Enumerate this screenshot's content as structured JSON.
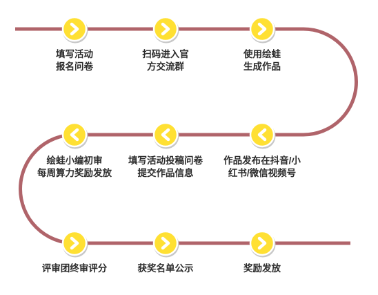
{
  "colors": {
    "track": "#b0646a",
    "node_fill": "#ffe033",
    "node_ring": "#ffffff",
    "node_shadow": "#c8c8c8",
    "chevron": "#ffffff",
    "text": "#2b2b2b"
  },
  "steps": [
    {
      "direction": "right",
      "lines": [
        "填写活动",
        "报名问卷"
      ]
    },
    {
      "direction": "right",
      "lines": [
        "扫码进入官",
        "方交流群"
      ]
    },
    {
      "direction": "right",
      "lines": [
        "使用绘蛙",
        "生成作品"
      ]
    },
    {
      "direction": "left",
      "lines": [
        "作品发布在抖音/小",
        "红书/微信视频号"
      ]
    },
    {
      "direction": "left",
      "lines": [
        "填写活动投稿问卷",
        "提交作品信息"
      ]
    },
    {
      "direction": "left",
      "lines": [
        "绘蛙小编初审",
        "每周算力奖励发放"
      ]
    },
    {
      "direction": "right",
      "lines": [
        "评审团终审评分"
      ]
    },
    {
      "direction": "right",
      "lines": [
        "获奖名单公示"
      ]
    },
    {
      "direction": "right",
      "lines": [
        "奖励发放"
      ]
    }
  ]
}
